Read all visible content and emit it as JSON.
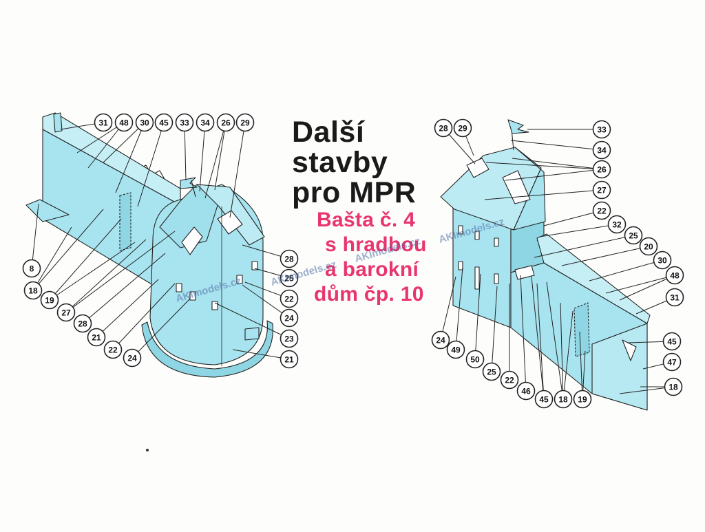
{
  "title": {
    "line1": "Další",
    "line2": "stavby",
    "line3": "pro MPR"
  },
  "subtitle": {
    "line1": "Bašta č. 4",
    "line2": "s hradbou",
    "line3": "a barokní",
    "line4": "dům čp. 10"
  },
  "watermark": {
    "text": "AKImodels.cz"
  },
  "colors": {
    "model_fill": "#a8e4ef",
    "model_fill_dark": "#7fd0e0",
    "line": "#222222",
    "circle_fill": "#ffffff",
    "title_black": "#1a1a1a",
    "title_pink": "#e8356e"
  },
  "left_model": {
    "callouts": [
      "31",
      "48",
      "30",
      "45",
      "33",
      "34",
      "26",
      "29",
      "8",
      "18",
      "19",
      "27",
      "28",
      "21",
      "22",
      "24",
      "28",
      "25",
      "22",
      "24",
      "23",
      "21"
    ]
  },
  "right_model": {
    "callouts": [
      "28",
      "29",
      "33",
      "34",
      "26",
      "27",
      "22",
      "32",
      "25",
      "20",
      "30",
      "48",
      "31",
      "45",
      "47",
      "18",
      "24",
      "49",
      "50",
      "25",
      "22",
      "46",
      "45",
      "18",
      "19"
    ]
  }
}
